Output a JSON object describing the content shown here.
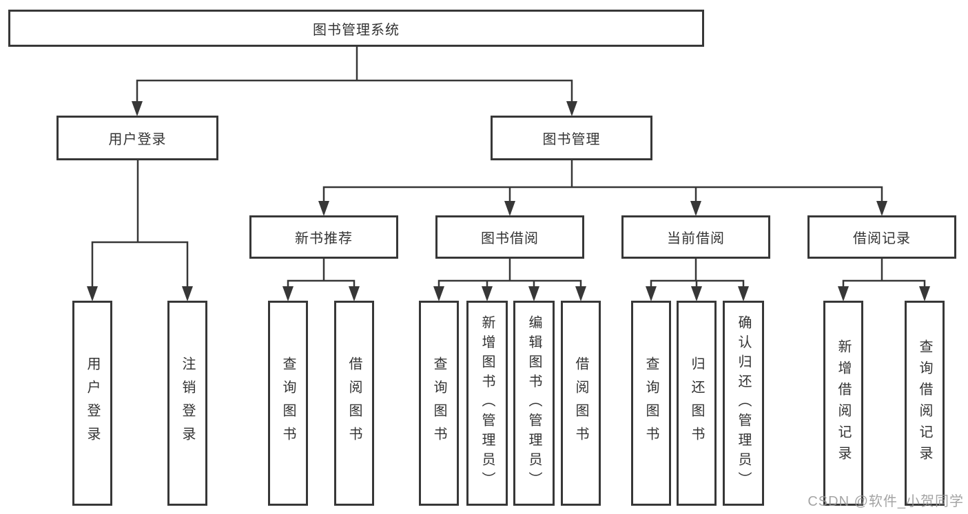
{
  "root": {
    "label": "图书管理系统"
  },
  "level2": [
    {
      "label": "用户登录"
    },
    {
      "label": "图书管理"
    }
  ],
  "level3": [
    {
      "label": "新书推荐",
      "parent": "图书管理"
    },
    {
      "label": "图书借阅",
      "parent": "图书管理"
    },
    {
      "label": "当前借阅",
      "parent": "图书管理"
    },
    {
      "label": "借阅记录",
      "parent": "图书管理"
    }
  ],
  "leaves": [
    {
      "label": "用户登录",
      "parent": "用户登录"
    },
    {
      "label": "注销登录",
      "parent": "用户登录"
    },
    {
      "label": "查询图书",
      "parent": "新书推荐"
    },
    {
      "label": "借阅图书",
      "parent": "新书推荐"
    },
    {
      "label": "查询图书",
      "parent": "图书借阅"
    },
    {
      "label": "新增图书（管理员）",
      "parent": "图书借阅"
    },
    {
      "label": "编辑图书（管理员）",
      "parent": "图书借阅"
    },
    {
      "label": "借阅图书",
      "parent": "图书借阅"
    },
    {
      "label": "查询图书",
      "parent": "当前借阅"
    },
    {
      "label": "归还图书",
      "parent": "当前借阅"
    },
    {
      "label": "确认归还（管理员）",
      "parent": "当前借阅"
    },
    {
      "label": "新增借阅记录",
      "parent": "借阅记录"
    },
    {
      "label": "查询借阅记录",
      "parent": "借阅记录"
    }
  ],
  "watermark": {
    "text": "CSDN @软件_小贺同学"
  },
  "colors": {
    "line": "#373737",
    "text": "#333333",
    "watermark": "#949494",
    "background": "#ffffff"
  }
}
